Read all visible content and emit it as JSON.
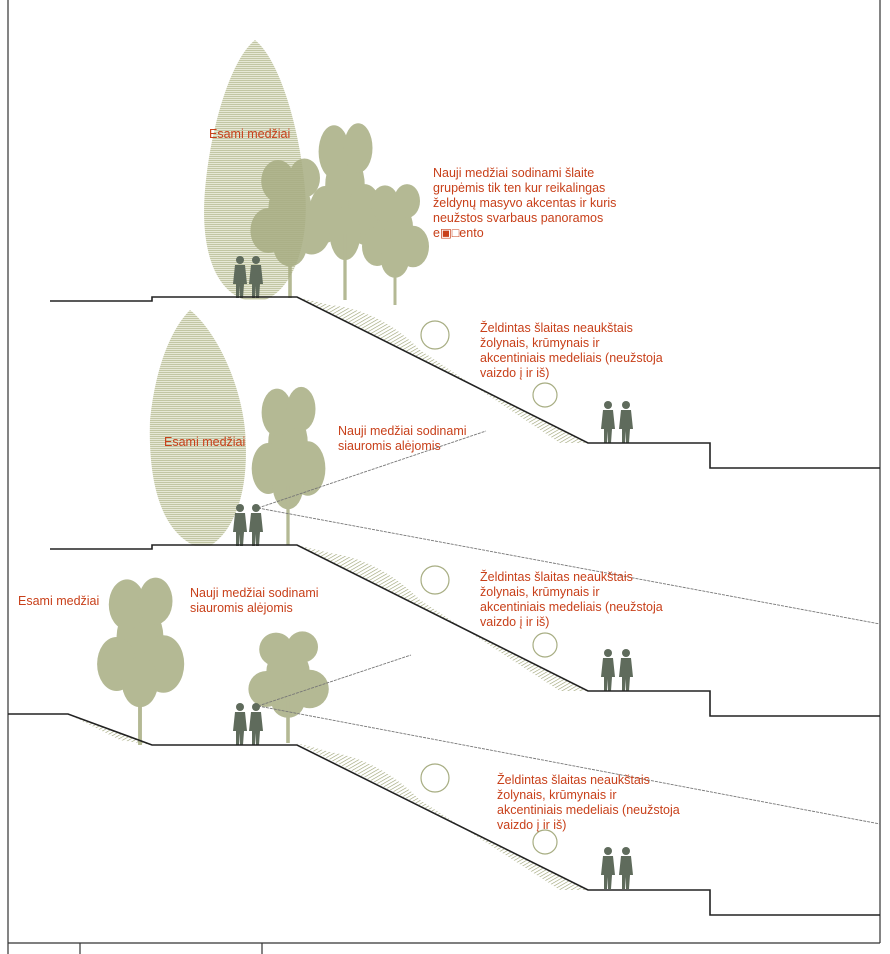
{
  "colors": {
    "label": "#c8401a",
    "ground": "#222222",
    "tree": "#a7ad82",
    "existing_tree": "#cfd3b4",
    "person": "#5f6b5c",
    "sightline": "#777777"
  },
  "sections": [
    {
      "labels": {
        "existing": "Esami medžiai",
        "new_trees": "Nauji medžiai sodinami šlaite\ngrupėmis tik ten kur reikalingas\nželdynų masyvo akcentas ir kuris\nneužstos svarbaus panoramos\ne▣□ento",
        "slope": "Želdintas šlaitas neaukštais\nžolynais, krūmynais ir\nakcentiniais medeliais (neužstoja\nvaizdo į ir iš)"
      }
    },
    {
      "labels": {
        "existing": "Esami medžiai",
        "new_trees": "Nauji medžiai sodinami\nsiauromis alėjomis",
        "slope": "Želdintas šlaitas neaukštais\nžolynais, krūmynais ir\nakcentiniais medeliais (neužstoja\nvaizdo į ir iš)"
      }
    },
    {
      "labels": {
        "existing": "Esami medžiai",
        "new_trees": "Nauji medžiai sodinami\nsiauromis alėjomis",
        "slope": "Želdintas šlaitas neaukštais\nžolynais, krūmynais ir\nakcentiniais medeliais (neužstoja\nvaizdo į ir iš)"
      }
    }
  ]
}
